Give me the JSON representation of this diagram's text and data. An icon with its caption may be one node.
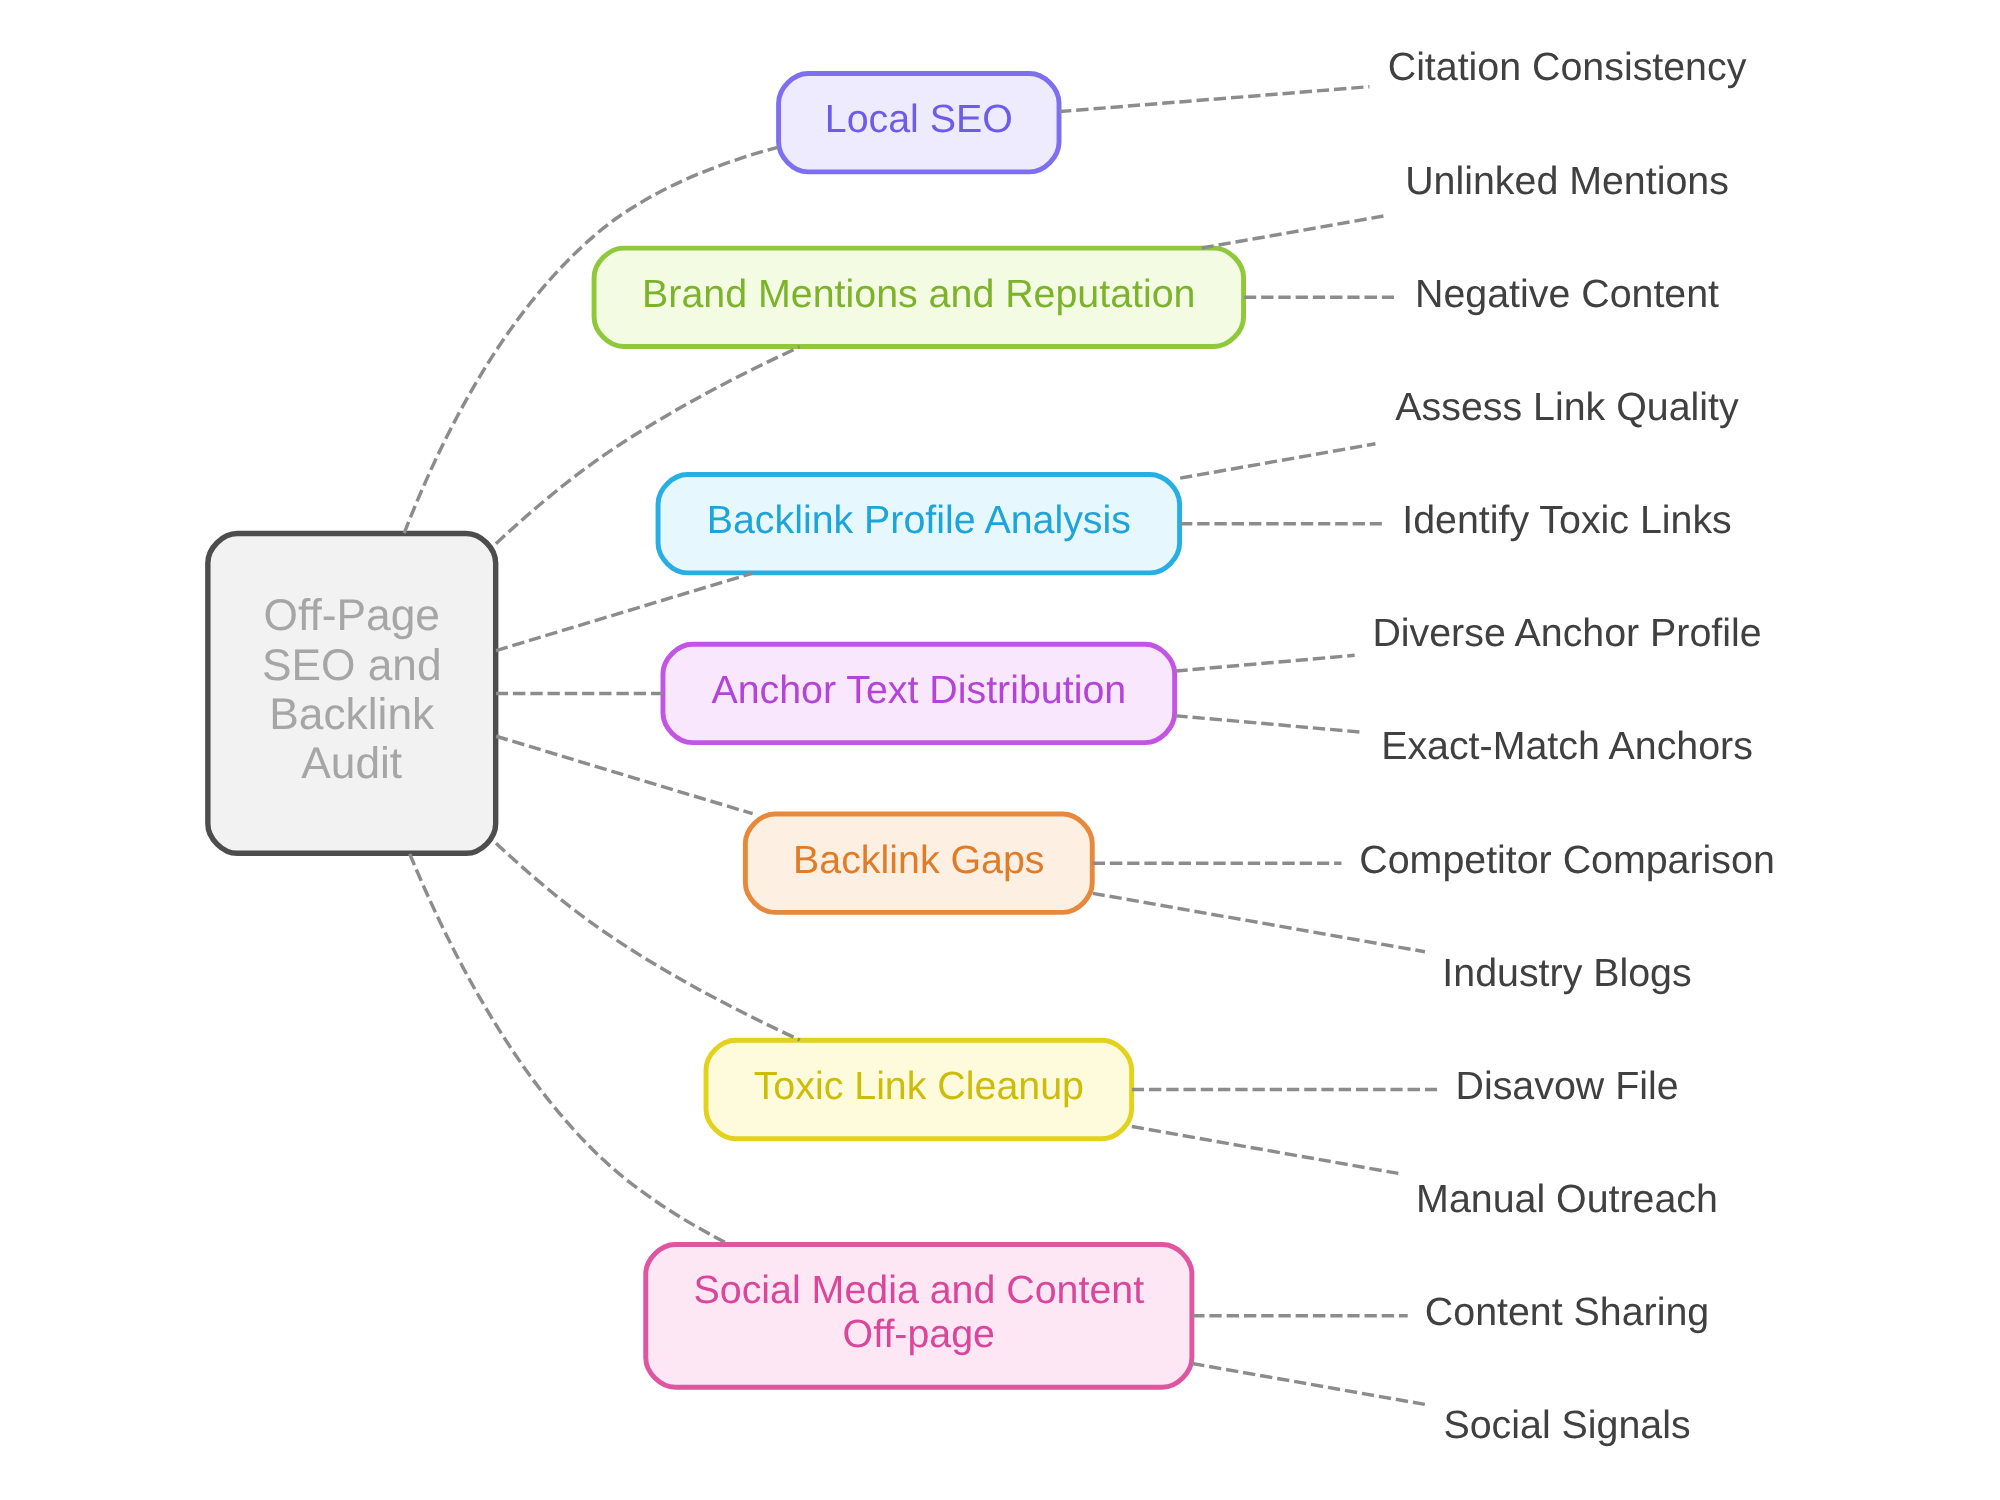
{
  "diagram": {
    "nodes": [
      {
        "text": [
          "Off-Page SEO and Backlink Audit"
        ]
      },
      {
        "text": [
          "Local SEO"
        ]
      },
      {
        "text": [
          "Citation Consistency"
        ]
      },
      {
        "text": [
          "Brand Mentions and Reputation"
        ]
      },
      {
        "text": [
          "Unlinked Mentions"
        ]
      },
      {
        "text": [
          "Negative Content"
        ]
      },
      {
        "text": [
          "Backlink Profile Analysis"
        ]
      },
      {
        "text": [
          "Assess Link Quality"
        ]
      },
      {
        "text": [
          "Identify Toxic Links"
        ]
      },
      {
        "text": [
          "Anchor Text Distribution"
        ]
      },
      {
        "text": [
          "Diverse Anchor Profile"
        ]
      },
      {
        "text": [
          "Exact-Match Anchors"
        ]
      },
      {
        "text": [
          "Backlink Gaps"
        ]
      },
      {
        "text": [
          "Competitor Comparison"
        ]
      },
      {
        "text": [
          "Industry Blogs"
        ]
      },
      {
        "text": [
          "Toxic Link Cleanup"
        ]
      },
      {
        "text": [
          "Disavow File"
        ]
      },
      {
        "text": [
          "Manual Outreach"
        ]
      },
      {
        "text": [
          "Social Media and Content Off-page"
        ]
      },
      {
        "text": [
          "Content Sharing"
        ]
      },
      {
        "text": [
          "Social Signals"
        ]
      }
    ],
    "edges": [
      {
        "from": 0,
        "to": 1,
        "arrow": "none",
        "style": "dashed"
      },
      {
        "from": 1,
        "to": 2,
        "arrow": "none",
        "style": "dashed"
      },
      {
        "from": 0,
        "to": 3,
        "arrow": "none",
        "style": "dashed"
      },
      {
        "from": 3,
        "to": 4,
        "arrow": "none",
        "style": "dashed"
      },
      {
        "from": 3,
        "to": 5,
        "arrow": "none",
        "style": "dashed"
      },
      {
        "from": 0,
        "to": 6,
        "arrow": "none",
        "style": "dashed"
      },
      {
        "from": 6,
        "to": 7,
        "arrow": "none",
        "style": "dashed"
      },
      {
        "from": 6,
        "to": 8,
        "arrow": "none",
        "style": "dashed"
      },
      {
        "from": 0,
        "to": 9,
        "arrow": "none",
        "style": "dashed"
      },
      {
        "from": 9,
        "to": 10,
        "arrow": "none",
        "style": "dashed"
      },
      {
        "from": 9,
        "to": 11,
        "arrow": "none",
        "style": "dashed"
      },
      {
        "from": 0,
        "to": 12,
        "arrow": "none",
        "style": "dashed"
      },
      {
        "from": 12,
        "to": 13,
        "arrow": "none",
        "style": "dashed"
      },
      {
        "from": 12,
        "to": 14,
        "arrow": "none",
        "style": "dashed"
      },
      {
        "from": 0,
        "to": 15,
        "arrow": "none",
        "style": "dashed"
      },
      {
        "from": 15,
        "to": 16,
        "arrow": "none",
        "style": "dashed"
      },
      {
        "from": 15,
        "to": 17,
        "arrow": "none",
        "style": "dashed"
      },
      {
        "from": 0,
        "to": 18,
        "arrow": "none",
        "style": "dashed"
      },
      {
        "from": 18,
        "to": 19,
        "arrow": "none",
        "style": "dashed"
      },
      {
        "from": 18,
        "to": 20,
        "arrow": "none",
        "style": "dashed"
      }
    ]
  }
}
